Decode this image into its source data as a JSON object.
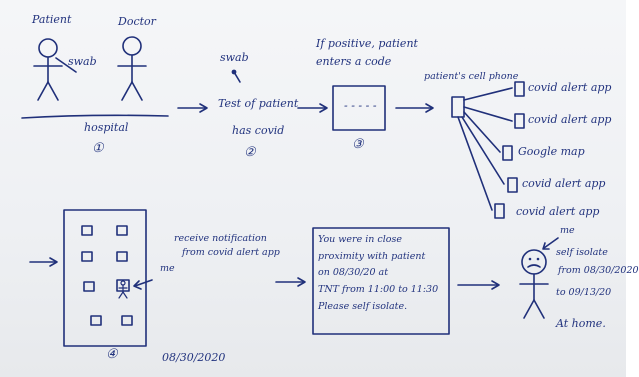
{
  "people": {
    "patient_label": "Patient",
    "doctor_label": "Doctor",
    "swab_label": "swab",
    "place_label": "hospital",
    "step_number": "①"
  },
  "test": {
    "swab_label": "swab",
    "line1": "Test of patient",
    "line2": "has covid",
    "step_number": "②"
  },
  "code": {
    "line1": "If positive, patient",
    "line2": "enters a code",
    "field_text": "- - - - -",
    "step_number": "③"
  },
  "phones": {
    "title": "patient's cell phone",
    "items": [
      "covid alert app",
      "covid alert app",
      "Google map",
      "covid alert app",
      "covid alert app"
    ]
  },
  "building": {
    "me_label": "me",
    "notification_line1": "receive notification",
    "notification_line2": "from covid alert app",
    "step_number": "④",
    "date": "08/30/2020"
  },
  "message": {
    "lines": [
      "You were in close",
      "proximity with patient",
      "on 08/30/20 at",
      "TNT from 11:00 to 11:30",
      "Please self isolate."
    ]
  },
  "outcome": {
    "me_label": "me",
    "line1": "self isolate",
    "line2": "from 08/30/2020",
    "line3": "to 09/13/20",
    "home_label": "At home."
  }
}
